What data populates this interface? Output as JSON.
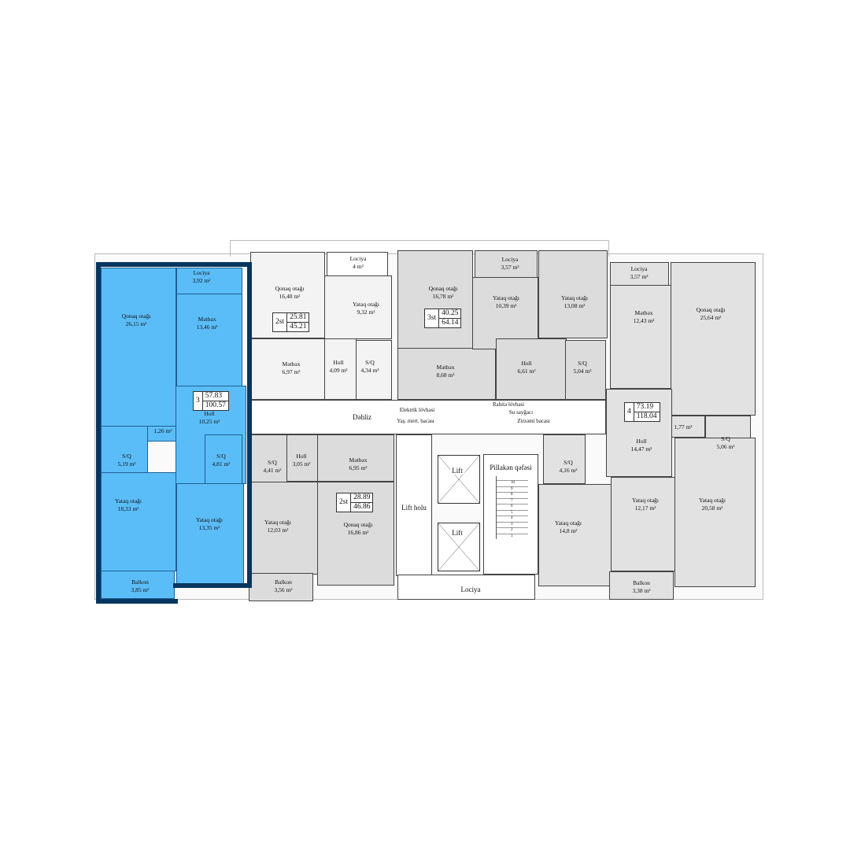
{
  "apartments": {
    "a3": {
      "number": "3",
      "living_area": "57.83",
      "total_area": "100.57",
      "highlight_color": "#5bbdf8",
      "outline_color": "#06365f",
      "rooms": [
        {
          "name": "Qonaq otağı",
          "area": "26,15 m²"
        },
        {
          "name": "Lociya",
          "area": "3,92 m²"
        },
        {
          "name": "Mətbəx",
          "area": "13,46 m²"
        },
        {
          "name": "Holl",
          "area": "10,25 m²"
        },
        {
          "name": "",
          "area": "1,26 m²"
        },
        {
          "name": "S/Q",
          "area": "5,19 m²"
        },
        {
          "name": "S/Q",
          "area": "4,81 m²"
        },
        {
          "name": "Yataq otağı",
          "area": "18,33 m²"
        },
        {
          "name": "Yataq otağı",
          "area": "13,35 m²"
        },
        {
          "name": "Balkon",
          "area": "3,85 m²"
        }
      ]
    },
    "a2top": {
      "number": "2st",
      "living_area": "25.81",
      "total_area": "45.21",
      "rooms": [
        {
          "name": "Qonaq otağı",
          "area": "16,48 m²"
        },
        {
          "name": "Mətbəx",
          "area": "6,97 m²"
        },
        {
          "name": "Holl",
          "area": "4,09 m²"
        },
        {
          "name": "Yataq otağı",
          "area": "9,32 m²"
        },
        {
          "name": "Lociya",
          "area": "4 m²"
        },
        {
          "name": "S/Q",
          "area": "4,34 m²"
        }
      ]
    },
    "a3st": {
      "number": "3st",
      "living_area": "40.25",
      "total_area": "64.14",
      "rooms": [
        {
          "name": "Qonaq otağı",
          "area": "16,78 m²"
        },
        {
          "name": "Lociya",
          "area": "3,57 m²"
        },
        {
          "name": "Yataq otağı",
          "area": "10,39 m²"
        },
        {
          "name": "Yataq otağı",
          "area": "13,08 m²"
        },
        {
          "name": "Mətbəx",
          "area": "8,68 m²"
        },
        {
          "name": "Holl",
          "area": "6,61 m²"
        },
        {
          "name": "S/Q",
          "area": "5,04 m²"
        }
      ]
    },
    "a4": {
      "number": "4",
      "living_area": "73.19",
      "total_area": "118.04",
      "rooms": [
        {
          "name": "Lociya",
          "area": "3,57 m²"
        },
        {
          "name": "Mətbəx",
          "area": "12,43 m²"
        },
        {
          "name": "Qonaq otağı",
          "area": "25,64 m²"
        },
        {
          "name": "",
          "area": "1,77 m²"
        },
        {
          "name": "Holl",
          "area": "14,47 m²"
        },
        {
          "name": "S/Q",
          "area": "5,06 m²"
        },
        {
          "name": "Yataq otağı",
          "area": "12,17 m²"
        },
        {
          "name": "Yataq otağı",
          "area": "20,58 m²"
        },
        {
          "name": "Yataq otağı",
          "area": "14,8 m²"
        },
        {
          "name": "S/Q",
          "area": "4,16 m²"
        },
        {
          "name": "Balkon",
          "area": "3,38 m²"
        }
      ]
    },
    "a2bot": {
      "number": "2st",
      "living_area": "28.89",
      "total_area": "46.86",
      "rooms": [
        {
          "name": "S/Q",
          "area": "4,41 m²"
        },
        {
          "name": "Holl",
          "area": "3,05 m²"
        },
        {
          "name": "Mətbəx",
          "area": "6,95 m²"
        },
        {
          "name": "Yataq otağı",
          "area": "12,03 m²"
        },
        {
          "name": "Qonaq otağı",
          "area": "16,86 m²"
        },
        {
          "name": "Balkon",
          "area": "3,56 m²"
        }
      ]
    }
  },
  "core": {
    "corridor": "Dəhliz",
    "lift_hall": "Lift holu",
    "lift1": "Lift",
    "lift2": "Lift",
    "stairwell": "Pillakən qəfəsi",
    "loggia": "Lociya",
    "electric_panel": "Elektrik lövhəsi",
    "wet_shaft": "Yaş. mert. bacası",
    "comm_panel": "Rabitə lövhəsi",
    "water_meter": "Su sayğacı",
    "basement_hatch": "Zirzəmi bacası",
    "stair_numbers": [
      "1",
      "2",
      "3",
      "4",
      "5",
      "6",
      "7",
      "8",
      "9",
      "10"
    ]
  }
}
